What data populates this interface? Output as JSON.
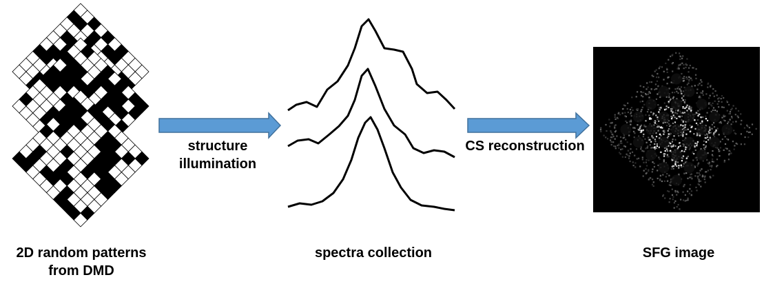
{
  "stages": [
    {
      "id": "dmd",
      "caption_line1": "2D random patterns",
      "caption_line2": "from DMD"
    },
    {
      "id": "spectra",
      "caption": "spectra collection"
    },
    {
      "id": "sfg",
      "caption": "SFG image"
    }
  ],
  "arrows": [
    {
      "label_line1": "structure",
      "label_line2": "illumination"
    },
    {
      "label": "CS reconstruction"
    }
  ],
  "colors": {
    "arrow_fill": "#5b9bd5",
    "arrow_stroke": "#41719c",
    "pattern_on": "#000000",
    "pattern_off": "#ffffff",
    "sfg_background": "#000000",
    "spectra_line": "#000000"
  },
  "icons": {
    "dmd": "dmd-pattern-stack-icon",
    "spectra": "spectra-curves-icon",
    "sfg": "sfg-image-icon"
  }
}
